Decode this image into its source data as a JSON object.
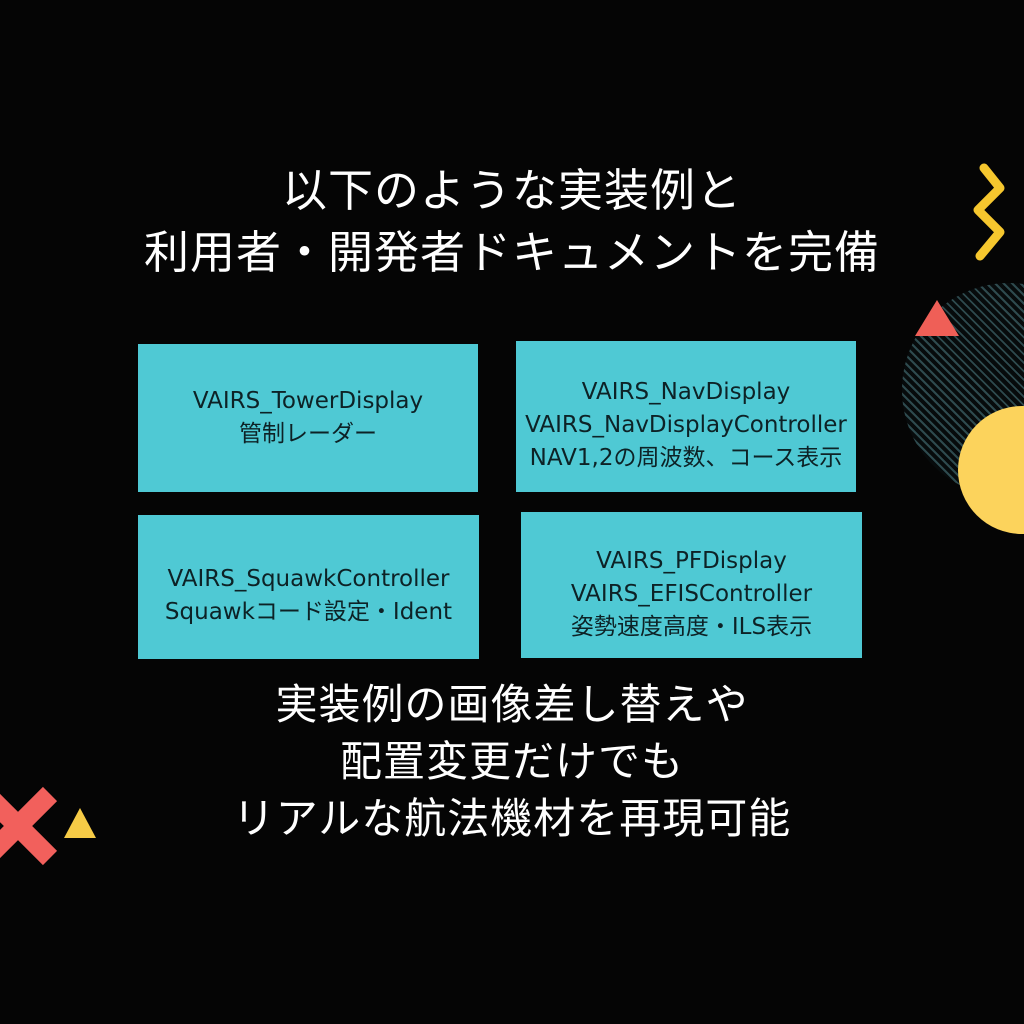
{
  "slide": {
    "background_color": "#050505",
    "headline": {
      "lines": [
        "以下のような実装例と",
        "利用者・開発者ドキュメントを完備"
      ]
    },
    "cards": [
      {
        "name": "tower-display",
        "accent_color": "#4fc9d4",
        "lines": [
          "VAIRS_TowerDisplay",
          "管制レーダー"
        ]
      },
      {
        "name": "nav-display",
        "accent_color": "#4fc9d4",
        "lines": [
          "VAIRS_NavDisplay",
          "VAIRS_NavDisplayController",
          "NAV1,2の周波数、コース表示"
        ]
      },
      {
        "name": "squawk-controller",
        "accent_color": "#4fc9d4",
        "lines": [
          "VAIRS_SquawkController",
          "Squawkコード設定・Ident"
        ]
      },
      {
        "name": "pfd-display",
        "accent_color": "#4fc9d4",
        "lines": [
          "VAIRS_PFDisplay",
          "VAIRS_EFISController",
          "姿勢速度高度・ILS表示"
        ]
      }
    ],
    "footer": {
      "lines": [
        "実装例の画像差し替えや",
        "配置変更だけでも",
        "リアルな航法機材を再現可能"
      ]
    },
    "decorations": [
      {
        "name": "yellow-squiggle-icon",
        "color": "#f6c72e"
      },
      {
        "name": "striped-circle-icon",
        "color": "#2e4a4e"
      },
      {
        "name": "red-triangle-icon",
        "color": "#ef5f57"
      },
      {
        "name": "yellow-circle-icon",
        "color": "#fcd35c"
      },
      {
        "name": "red-x-icon",
        "color": "#f2605c"
      },
      {
        "name": "yellow-triangle-icon",
        "color": "#f6cb46"
      }
    ]
  }
}
